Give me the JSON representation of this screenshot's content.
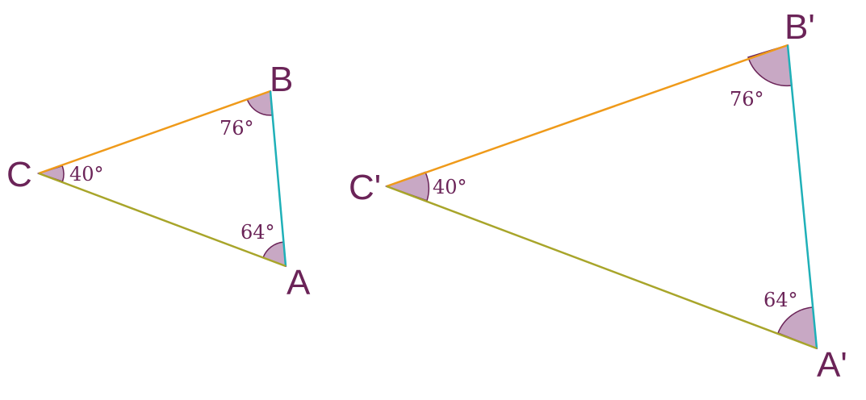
{
  "triangles": [
    {
      "vertices": {
        "a": "A",
        "b": "B",
        "c": "C"
      },
      "angles": {
        "a": "64°",
        "b": "76°",
        "c": "40°"
      }
    },
    {
      "vertices": {
        "a": "A'",
        "b": "B'",
        "c": "C'"
      },
      "angles": {
        "a": "64°",
        "b": "76°",
        "c": "40°"
      }
    }
  ],
  "colors": {
    "side_ab": "#1fb0b8",
    "side_bc": "#ef9a1a",
    "side_ca": "#a8a52a",
    "angle_fill": "#c8a8c4",
    "angle_stroke": "#6b2458",
    "label": "#6b2458"
  }
}
